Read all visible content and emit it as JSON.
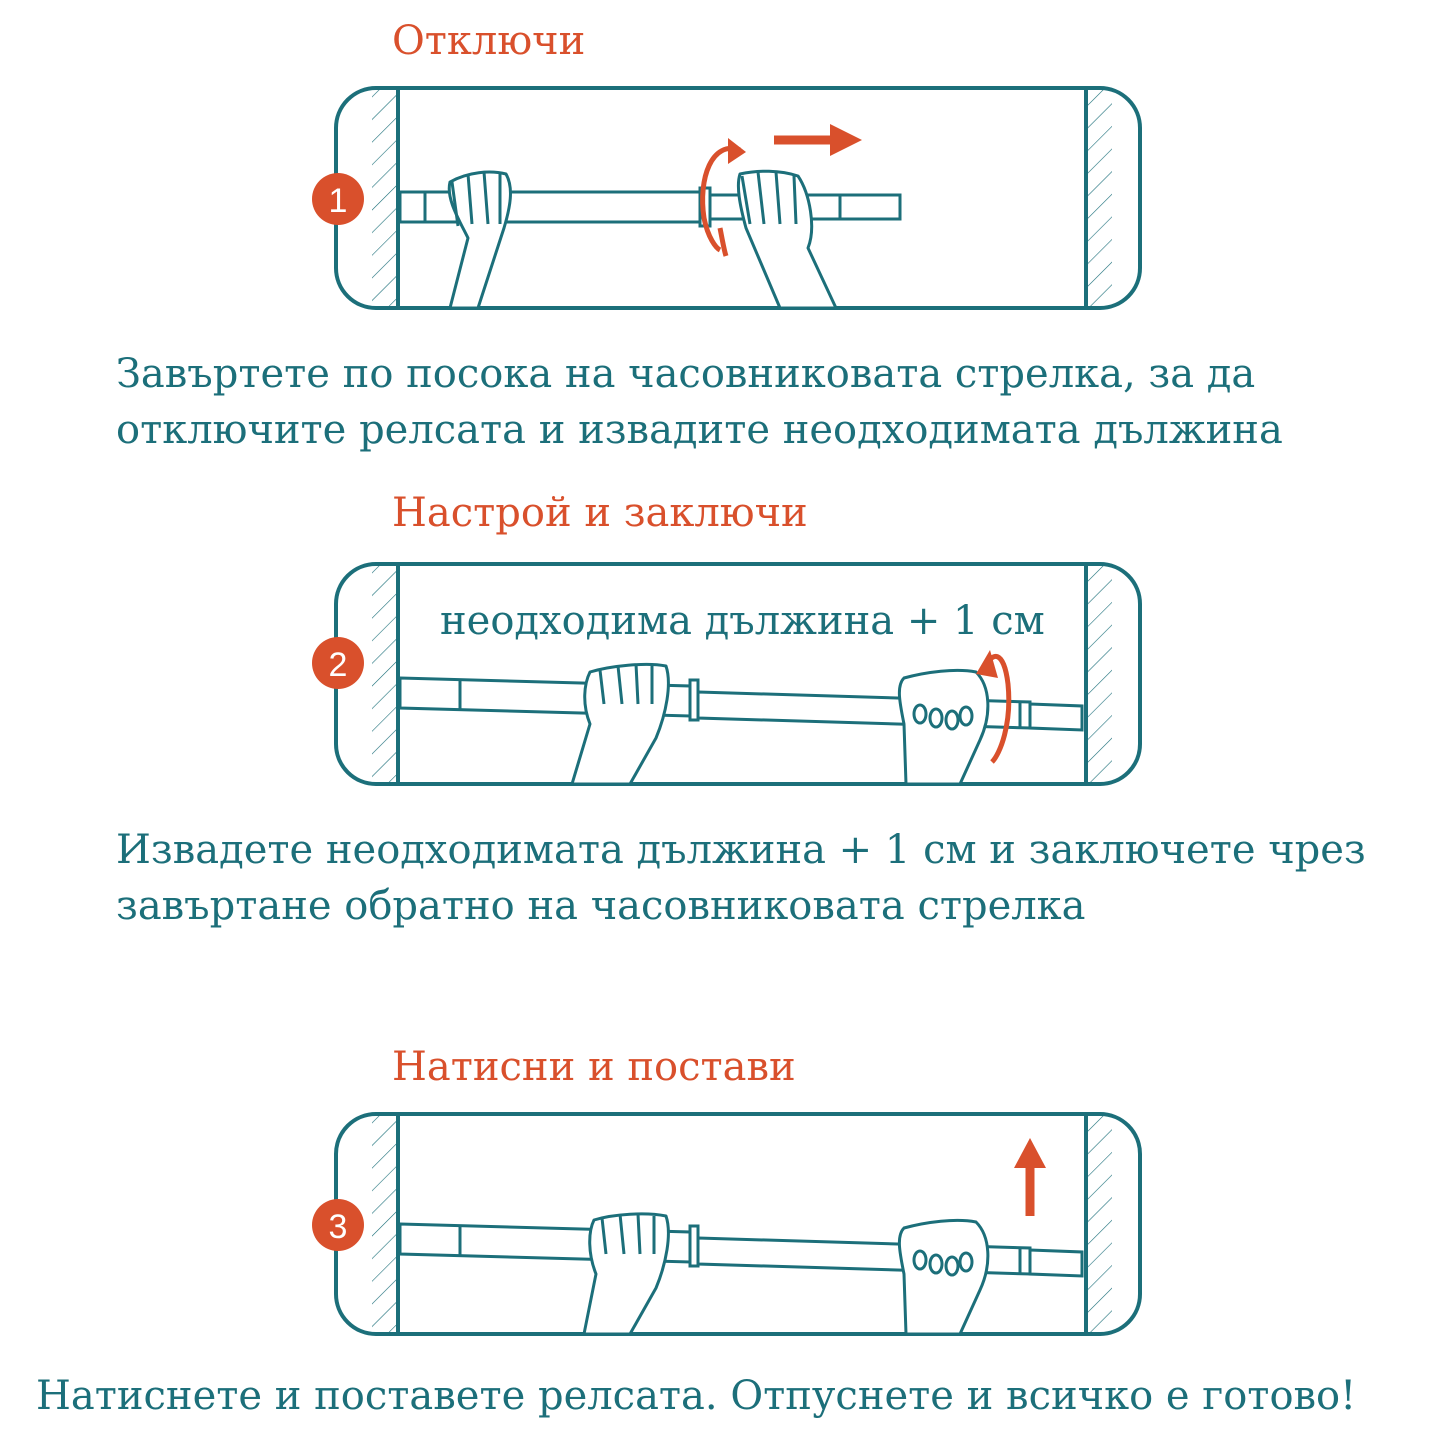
{
  "steps": [
    {
      "number": "1",
      "title": "Отключи",
      "description": [
        "Завъртете по посока на часовниковата стрелка, за да",
        "отключите релсата и извадите неодходимата дължина"
      ]
    },
    {
      "number": "2",
      "title": "Настрой и заключи",
      "annotation": "неодходима дължина + 1 см",
      "description": [
        "Извадете неодходимата дължина + 1 см и заключете чрез",
        "завъртане обратно на часовниковата стрелка"
      ]
    },
    {
      "number": "3",
      "title": "Натисни и постави",
      "description": [
        "Натиснете и поставете релсата. Отпуснете и всичко е готово!"
      ]
    }
  ],
  "colors": {
    "teal": "#1c6f7a",
    "orange": "#d9502c",
    "background": "#ffffff"
  },
  "icons": [
    "rotate-arrow-icon",
    "right-arrow-icon",
    "up-arrow-icon",
    "hand-icon"
  ]
}
